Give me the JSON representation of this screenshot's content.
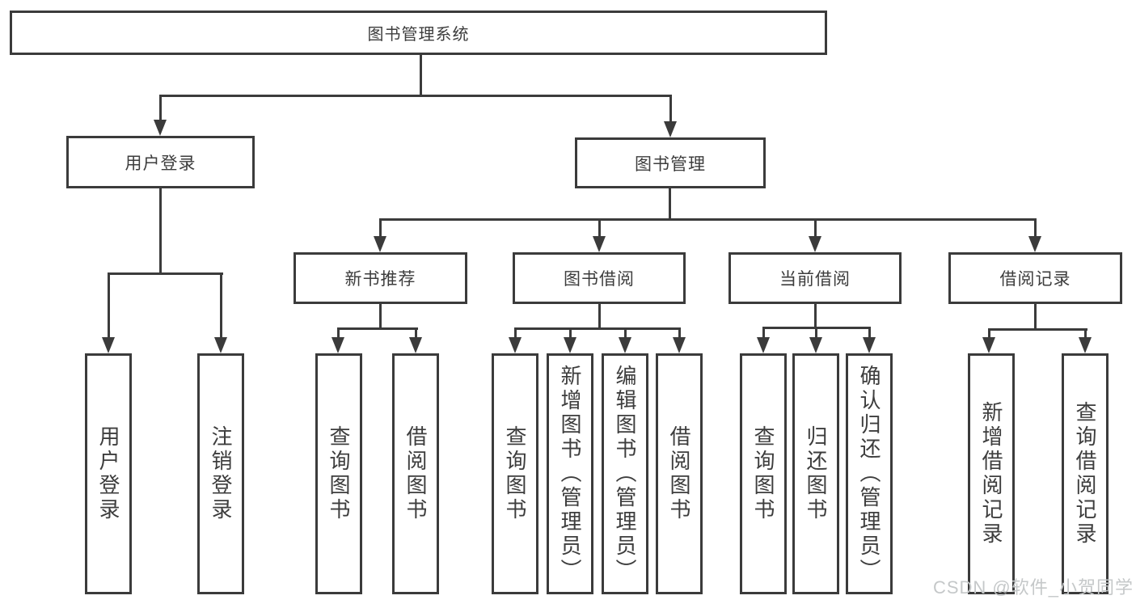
{
  "diagram": {
    "root": {
      "label": "图书管理系统"
    },
    "branches": [
      {
        "label": "用户登录"
      },
      {
        "label": "图书管理"
      }
    ],
    "modules": [
      {
        "label": "新书推荐"
      },
      {
        "label": "图书借阅"
      },
      {
        "label": "当前借阅"
      },
      {
        "label": "借阅记录"
      }
    ],
    "leaves": {
      "user_login": [
        {
          "label": "用户登录"
        },
        {
          "label": "注销登录"
        }
      ],
      "new_book_recommend": [
        {
          "label": "查询图书"
        },
        {
          "label": "借阅图书"
        }
      ],
      "book_borrow": [
        {
          "label": "查询图书"
        },
        {
          "label": "新增图书（管理员）"
        },
        {
          "label": "编辑图书（管理员）"
        },
        {
          "label": "借阅图书"
        }
      ],
      "current_borrow": [
        {
          "label": "查询图书"
        },
        {
          "label": "归还图书"
        },
        {
          "label": "确认归还（管理员）"
        }
      ],
      "borrow_record": [
        {
          "label": "新增借阅记录"
        },
        {
          "label": "查询借阅记录"
        }
      ]
    },
    "colors": {
      "line": "#3b3b3b",
      "text": "#3d3d3d",
      "box_background": "#ffffff"
    }
  },
  "watermark": {
    "text": "CSDN @软件_小贺同学",
    "color": "#c5c8c9"
  }
}
